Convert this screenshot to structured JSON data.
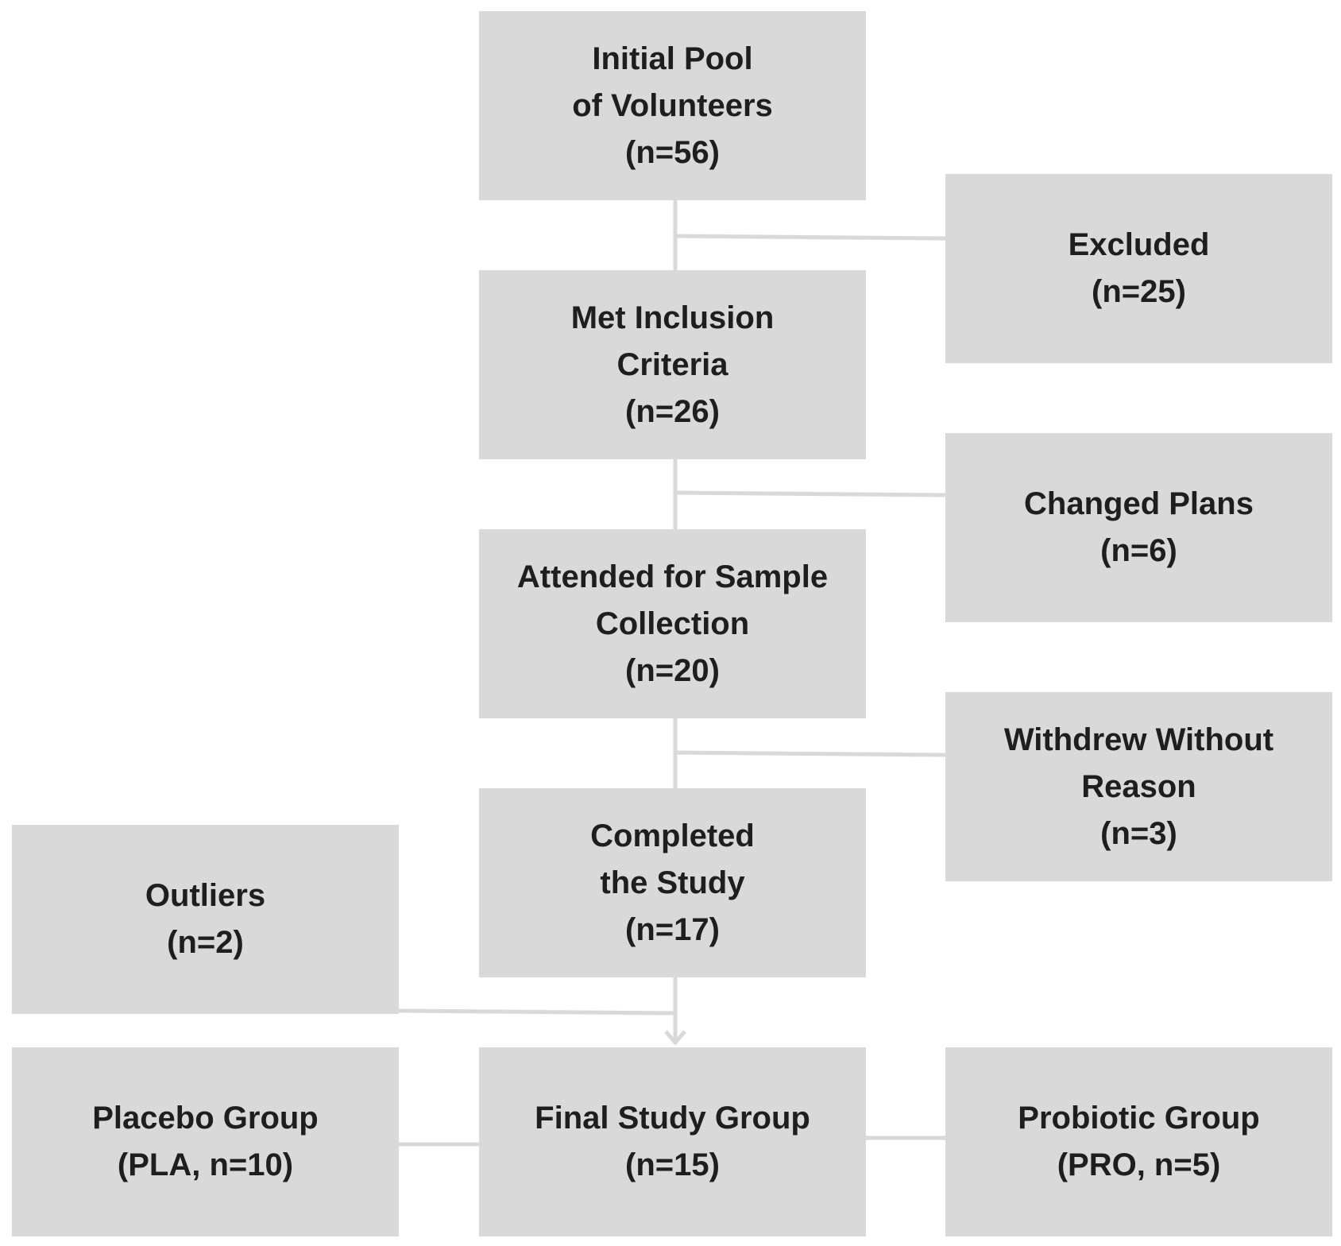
{
  "flowchart": {
    "initial_pool": {
      "lines": [
        "Initial Pool",
        "of Volunteers",
        "(n=56)"
      ]
    },
    "excluded": {
      "lines": [
        "Excluded",
        "(n=25)"
      ]
    },
    "met_inclusion": {
      "lines": [
        "Met Inclusion",
        "Criteria",
        "(n=26)"
      ]
    },
    "changed_plans": {
      "lines": [
        "Changed Plans",
        "(n=6)"
      ]
    },
    "attended": {
      "lines": [
        "Attended for Sample",
        "Collection",
        "(n=20)"
      ]
    },
    "withdrew": {
      "lines": [
        "Withdrew Without",
        "Reason",
        "(n=3)"
      ]
    },
    "completed": {
      "lines": [
        "Completed",
        "the Study",
        "(n=17)"
      ]
    },
    "outliers": {
      "lines": [
        "Outliers",
        "(n=2)"
      ]
    },
    "final_group": {
      "lines": [
        "Final Study Group",
        "(n=15)"
      ]
    },
    "placebo": {
      "lines": [
        "Placebo Group",
        "(PLA, n=10)"
      ]
    },
    "probiotic": {
      "lines": [
        "Probiotic Group",
        "(PRO, n=5)"
      ]
    }
  },
  "colors": {
    "box_fill": "#d9d9d9",
    "connector": "#d9d9d9",
    "text": "#1e1e1e",
    "background": "#ffffff"
  }
}
